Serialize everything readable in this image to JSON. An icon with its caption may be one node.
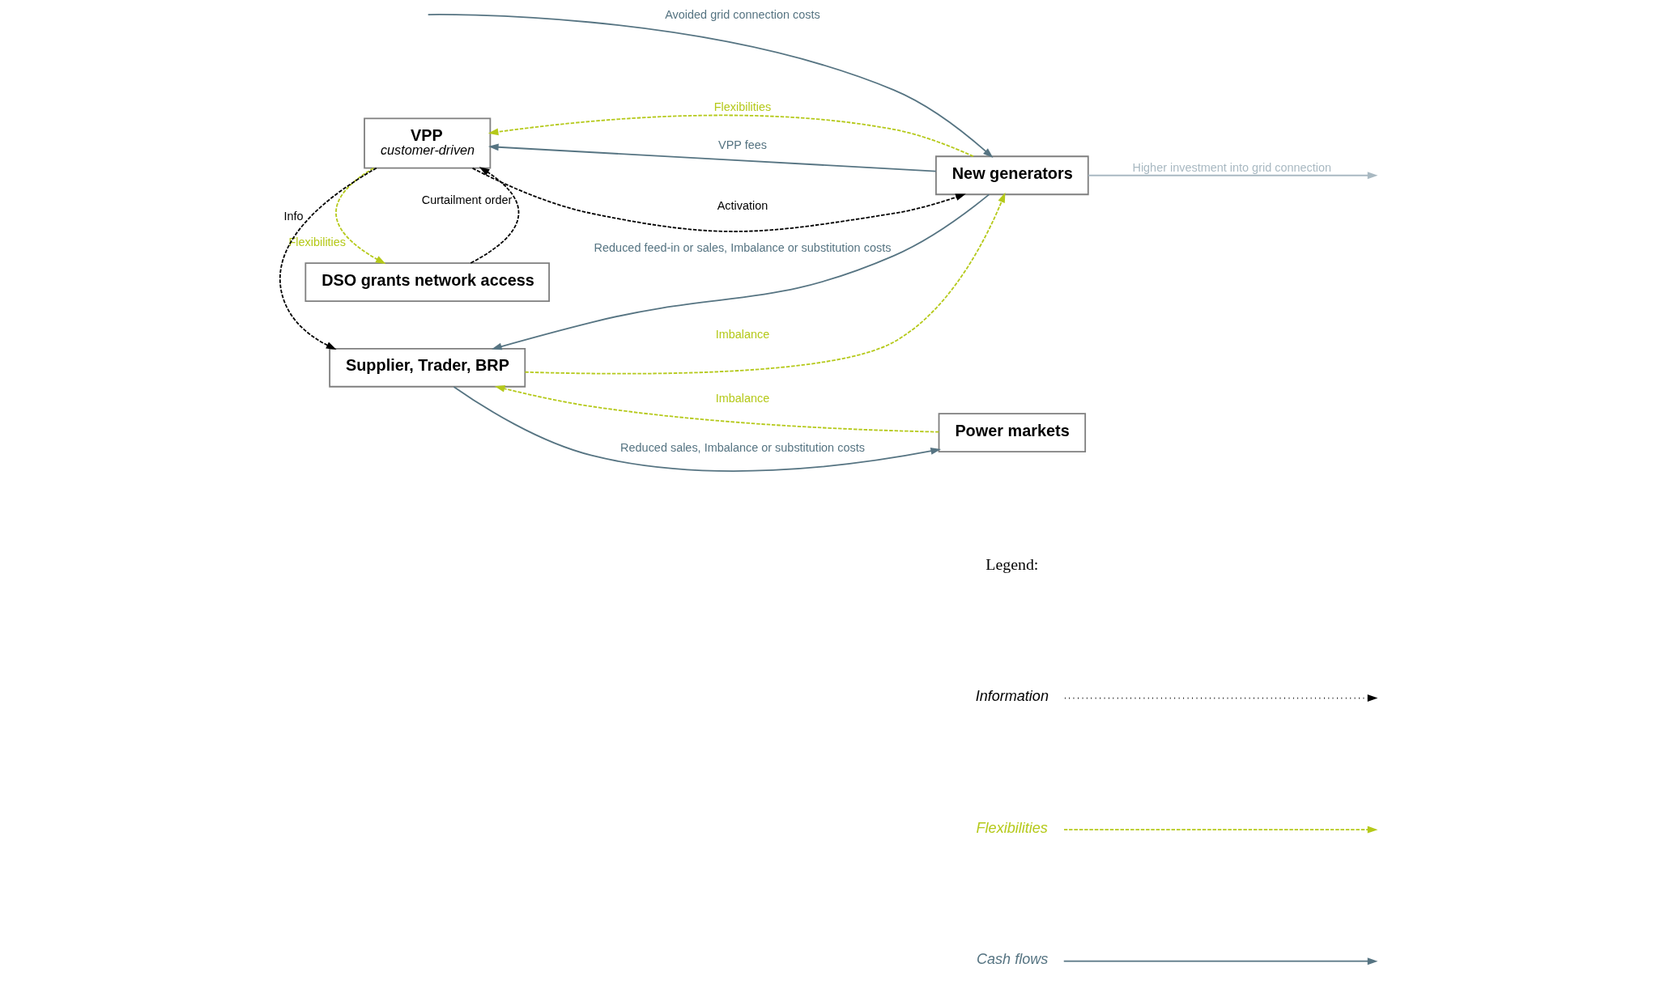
{
  "diagram": {
    "nodes": [
      {
        "text": [
          "DSO grants network access"
        ]
      },
      {
        "text": [
          "New generators"
        ]
      },
      {
        "text": [
          "VPP",
          "customer-driven"
        ]
      },
      {
        "text": [
          "Power markets"
        ]
      },
      {
        "text": [
          "Supplier, Trader, BRP"
        ]
      }
    ],
    "edges": [
      {
        "from": 0,
        "to": 2,
        "arrow": "to",
        "label": "Curtailment order",
        "style": "dashed",
        "color": "#000000"
      },
      {
        "from": 2,
        "to": 0,
        "arrow": "to",
        "label": "Flexibilities",
        "style": "dashed",
        "color": "#b5c91a"
      },
      {
        "from": 2,
        "to": 1,
        "arrow": "to",
        "label": "Activation",
        "style": "dashed",
        "color": "#000000"
      },
      {
        "from": 1,
        "to": 2,
        "arrow": "to",
        "label": "Flexibilities",
        "style": "dashed",
        "color": "#b5c91a"
      },
      {
        "from": 1,
        "to": 2,
        "arrow": "to",
        "label": "VPP fees",
        "color": "#567482"
      },
      {
        "from": 2,
        "to": 4,
        "arrow": "to",
        "label": "Info",
        "style": "dashed",
        "color": "#000000"
      },
      {
        "from": 1,
        "to": 4,
        "arrow": "to",
        "label": "Reduced feed-in or sales, Imbalance or substitution costs",
        "color": "#567482"
      },
      {
        "from": 4,
        "to": 1,
        "arrow": "to",
        "label": "Imbalance",
        "style": "dashed",
        "color": "#b5c91a"
      },
      {
        "from": 3,
        "to": 4,
        "arrow": "to",
        "label": "Imbalance",
        "style": "dashed",
        "color": "#b5c91a"
      },
      {
        "from": 4,
        "to": 3,
        "arrow": "to",
        "label": "Reduced sales, Imbalance or substitution costs",
        "color": "#567482"
      },
      {
        "from": null,
        "to": 1,
        "arrow": "to",
        "label": "Avoided grid connection costs",
        "color": "#567482"
      },
      {
        "from": 1,
        "to": null,
        "arrow": "to",
        "label": "Higher investment into grid connection",
        "color": "#a9b9c2"
      }
    ],
    "labels": [
      "Legend:"
    ],
    "legend": [
      {
        "text": "Information"
      },
      {
        "text": "Flexibilities"
      },
      {
        "text": "Cash flows"
      }
    ]
  }
}
